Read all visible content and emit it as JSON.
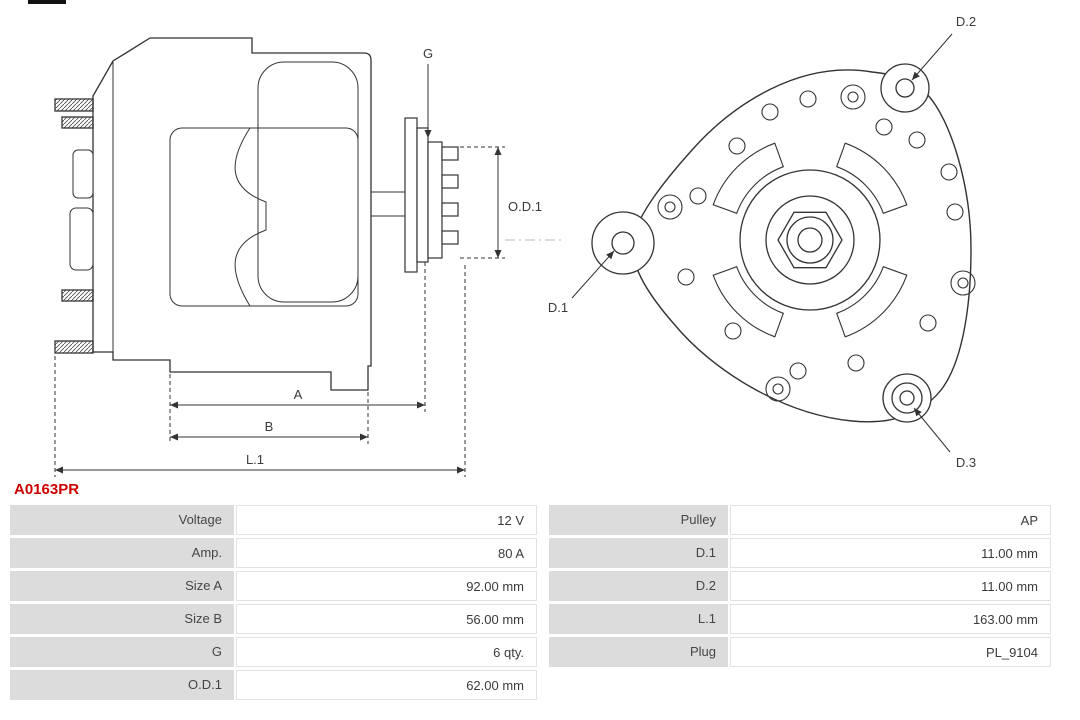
{
  "part_number": "A0163PR",
  "diagram": {
    "labels": {
      "g": "G",
      "od1": "O.D.1",
      "a": "A",
      "b": "B",
      "l1": "L.1",
      "d1": "D.1",
      "d2": "D.2",
      "d3": "D.3"
    }
  },
  "colors": {
    "part_number_red": "#cc0000",
    "table_label_bg": "#dcdcdc",
    "table_value_border": "#e2e2e2",
    "line_color": "#333333"
  },
  "table": {
    "rows": [
      {
        "l_label": "Voltage",
        "l_value": "12 V",
        "r_label": "Pulley",
        "r_value": "AP"
      },
      {
        "l_label": "Amp.",
        "l_value": "80 A",
        "r_label": "D.1",
        "r_value": "11.00 mm"
      },
      {
        "l_label": "Size A",
        "l_value": "92.00 mm",
        "r_label": "D.2",
        "r_value": "11.00 mm"
      },
      {
        "l_label": "Size B",
        "l_value": "56.00 mm",
        "r_label": "L.1",
        "r_value": "163.00 mm"
      },
      {
        "l_label": "G",
        "l_value": "6 qty.",
        "r_label": "Plug",
        "r_value": "PL_9104"
      },
      {
        "l_label": "O.D.1",
        "l_value": "62.00 mm",
        "r_label": "",
        "r_value": ""
      }
    ]
  }
}
